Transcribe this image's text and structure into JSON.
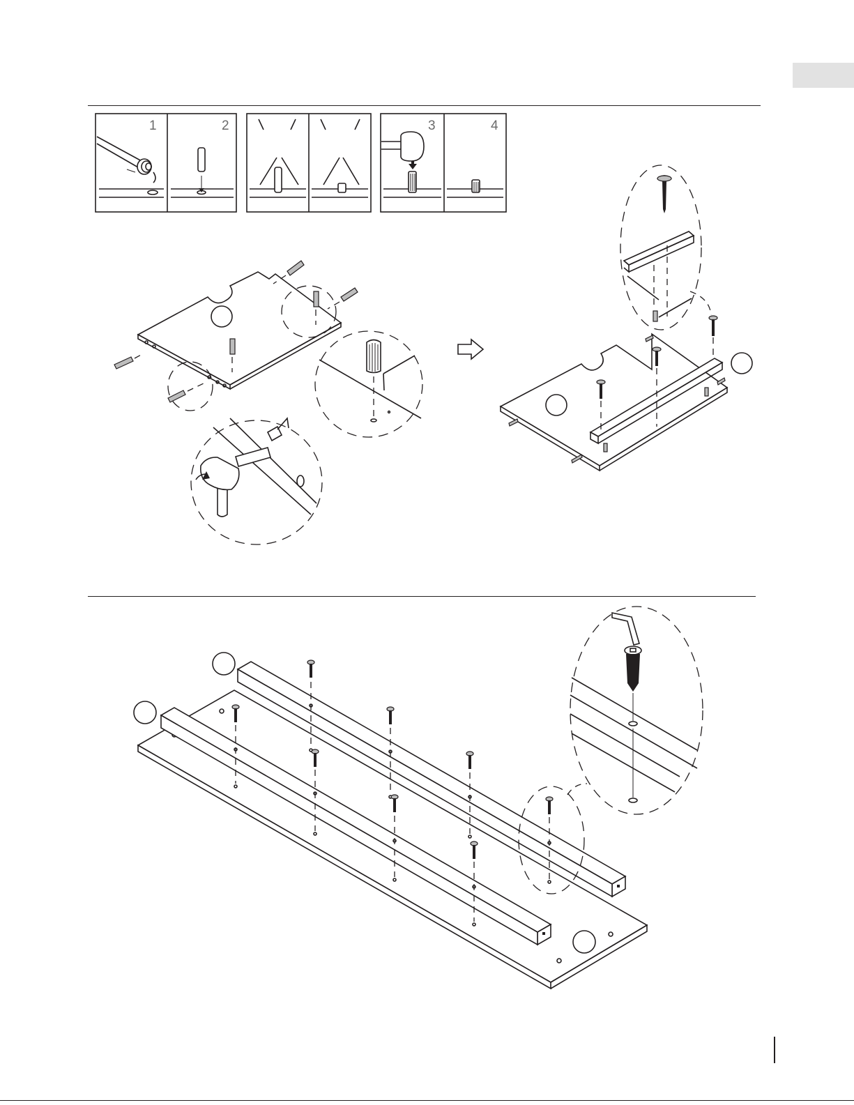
{
  "diagram": {
    "sections": [
      {
        "id": "upper",
        "glue_steps": {
          "panels": [
            {
              "number": "1",
              "icon": "glue-bottle-icon"
            },
            {
              "number": "2",
              "icon": "dowel-icon"
            },
            {
              "number": "",
              "icon": "wrong-dowel-icon"
            },
            {
              "number": "",
              "icon": "wrong-dowel-short-icon"
            },
            {
              "number": "3",
              "icon": "mallet-icon"
            },
            {
              "number": "4",
              "icon": "dowel-seated-icon"
            }
          ]
        },
        "arrow_icon": "next-arrow-icon"
      },
      {
        "id": "lower"
      }
    ]
  }
}
